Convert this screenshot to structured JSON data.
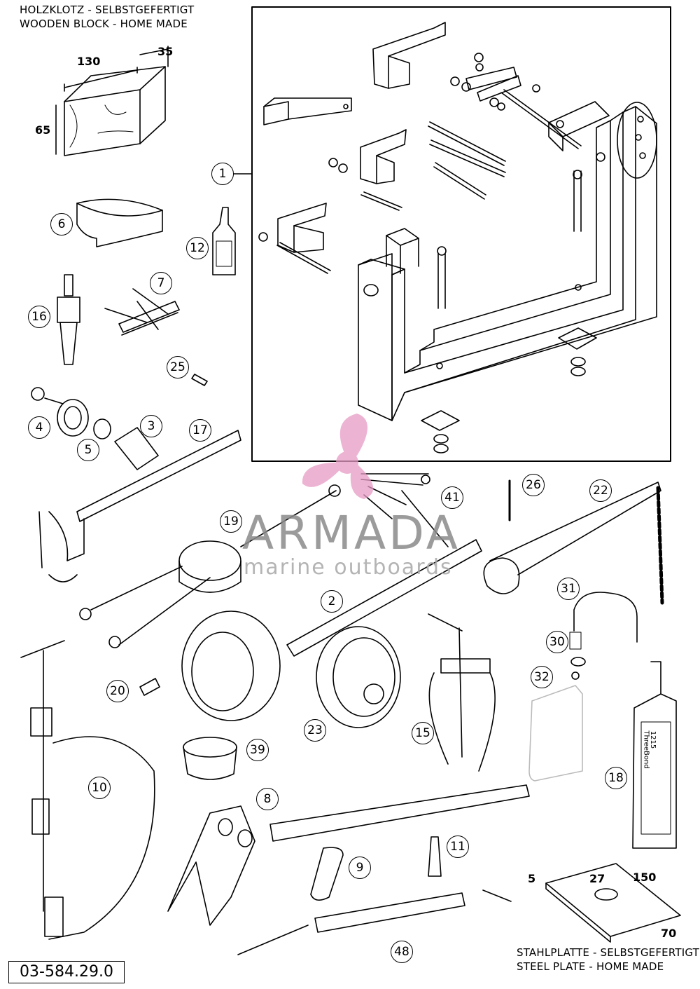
{
  "wooden_block": {
    "title_de": "HOLZKLOTZ - SELBSTGEFERTIGT",
    "title_en": "WOODEN BLOCK - HOME MADE",
    "dims": [
      "130",
      "35",
      "65"
    ]
  },
  "steel_plate": {
    "title_de": "STAHLPLATTE - SELBSTGEFERTIGT",
    "title_en": "STEEL PLATE - HOME MADE",
    "dims": [
      "5",
      "27",
      "150",
      "70"
    ]
  },
  "document_number": "03-584.29.0",
  "watermark": {
    "brand": "ARMADA",
    "tagline": "marine outboards",
    "color": "#e79ac4"
  },
  "tube_label": {
    "brand": "ThreeBond",
    "code": "1215"
  },
  "callouts": [
    "1",
    "6",
    "12",
    "7",
    "16",
    "25",
    "4",
    "5",
    "3",
    "17",
    "26",
    "22",
    "41",
    "19",
    "2",
    "31",
    "30",
    "32",
    "20",
    "23",
    "15",
    "39",
    "18",
    "10",
    "8",
    "9",
    "11",
    "48"
  ]
}
